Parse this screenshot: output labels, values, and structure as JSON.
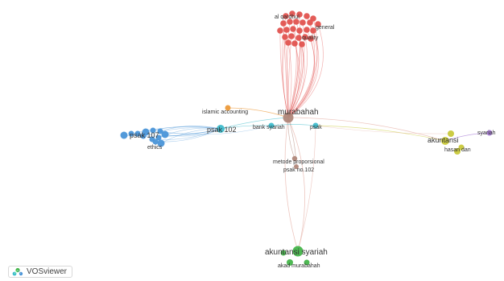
{
  "app": {
    "brand_label": "VOSviewer"
  },
  "network": {
    "colors": {
      "red": "#e2534f",
      "orange": "#ec9a3a",
      "brown": "#b0877a",
      "teal": "#3fbccc",
      "blue": "#4a95d8",
      "green": "#44b54a",
      "yellow": "#c9c93a",
      "purple": "#a67ad6",
      "edge_default": "#e8b9b0"
    },
    "labels": {
      "murabahah": "murabahah",
      "al_qardhul": "al qardhul",
      "general": "general",
      "quality": "quality",
      "islamic_accounting": "islamic accounting",
      "psak_102_main": "psak 102",
      "psak_107": "psak 107",
      "ethics": "ethics",
      "bank_syariah": "bank syariah",
      "psak": "psak",
      "metode_proporsional": "metode proporsional",
      "psak_no_102": "psak no.102",
      "akuntansi": "akuntansi",
      "syariah": "syariah",
      "hasan_dan": "hasan dan",
      "akuntansi_syariah": "akuntansi syariah",
      "akad_murabahah": "akad murabahah"
    }
  }
}
